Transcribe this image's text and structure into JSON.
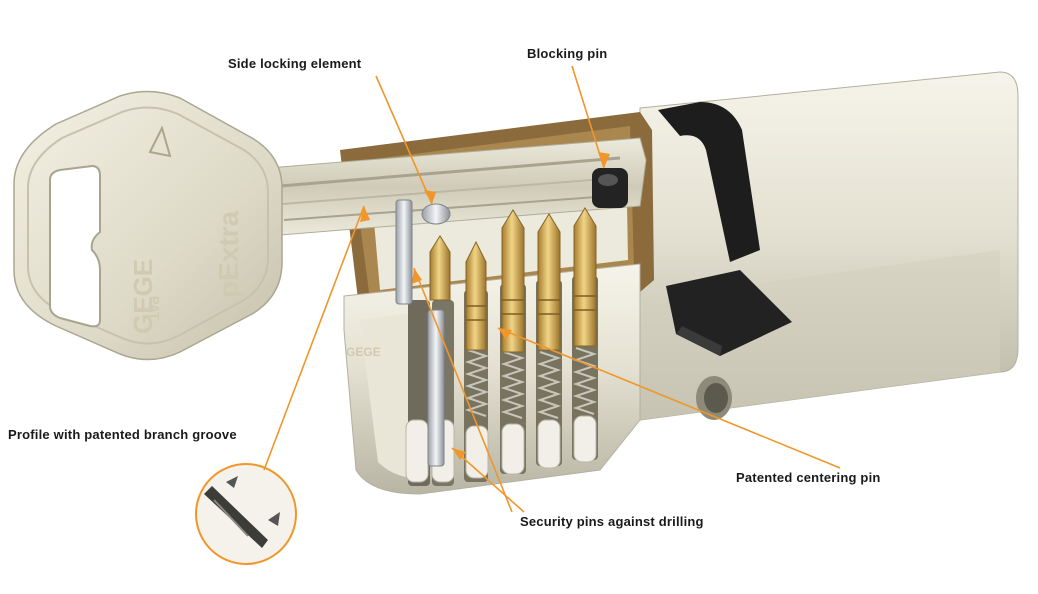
{
  "labels": {
    "side_locking_element": "Side locking element",
    "blocking_pin": "Blocking pin",
    "profile_branch_groove": "Profile with patented branch groove",
    "patented_centering_pin": "Patented centering pin",
    "security_pins": "Security pins against drilling"
  },
  "key_markings": {
    "brand": "GEGE",
    "model": "pExtra",
    "pat": "PAT"
  },
  "colors": {
    "leader_line": "#f0962a",
    "label_text": "#1a1a1a",
    "brass": "#c9a24a",
    "bronze_cutaway": "#8b6a3c",
    "nickel": "#e6e3d4"
  }
}
